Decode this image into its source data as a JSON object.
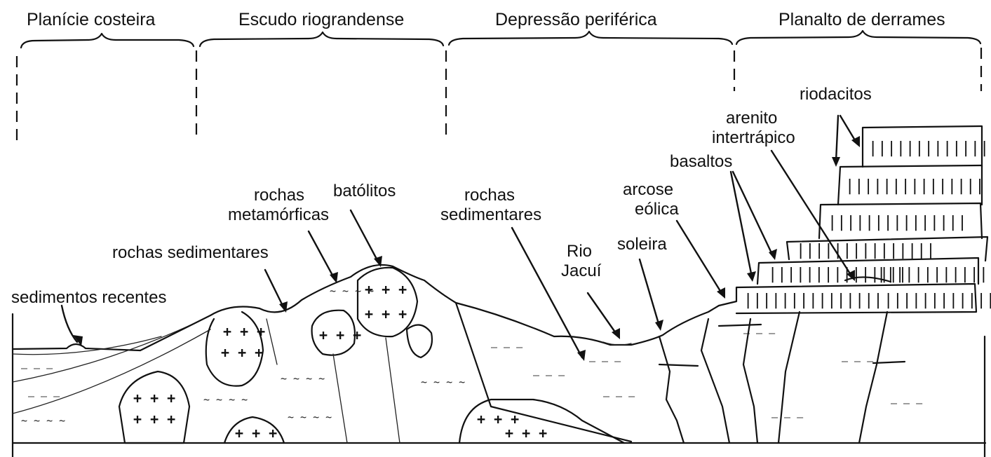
{
  "regions": [
    {
      "name": "Planície costeira"
    },
    {
      "name": "Escudo riograndense"
    },
    {
      "name": "Depressão periférica"
    },
    {
      "name": "Planalto de derrames"
    }
  ],
  "labels": {
    "sedimentos_recentes": "sedimentos recentes",
    "rochas_sedimentares_escudo": "rochas sedimentares",
    "rochas_metamorficas_line1": "rochas",
    "rochas_metamorficas_line2": "metamórficas",
    "batolitos": "batólitos",
    "rochas_sedimentares_depressao_line1": "rochas",
    "rochas_sedimentares_depressao_line2": "sedimentares",
    "rio_jacui_line1": "Rio",
    "rio_jacui_line2": "Jacuí",
    "soleira": "soleira",
    "arcose_eolica_line1": "arcose",
    "arcose_eolica_line2": "eólica",
    "basaltos": "basaltos",
    "arenito_intertrapico_line1": "arenito",
    "arenito_intertrapico_line2": "intertrápico",
    "riodacitos": "riodacitos"
  },
  "textures": {
    "plus": "+ + +",
    "wave": "~ ~ ~ ~",
    "dash": "— — —",
    "tick": "|||||||||||||||"
  }
}
